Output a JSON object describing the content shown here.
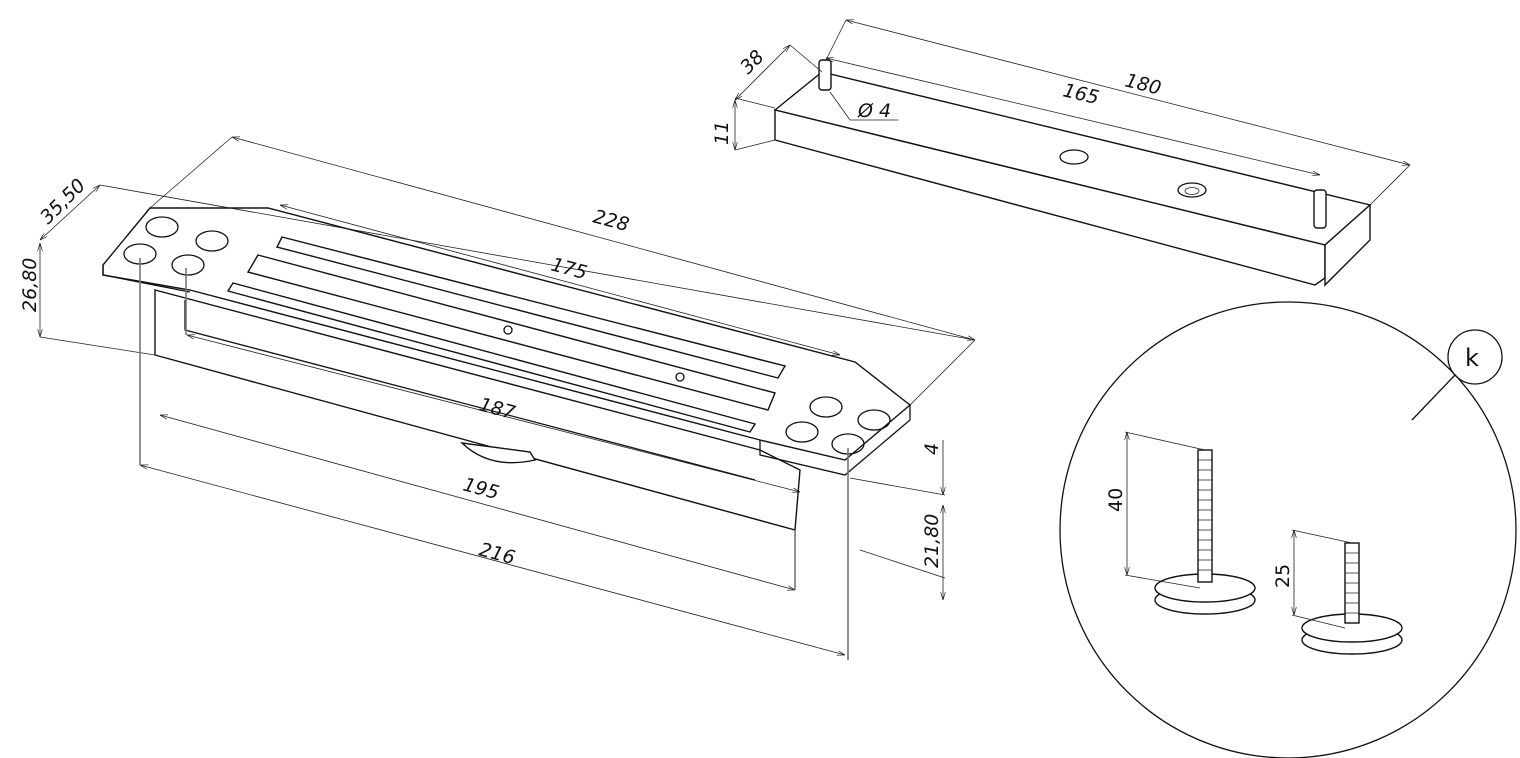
{
  "strike_plate": {
    "width": "38",
    "height": "11",
    "pin_diameter": "Ø 4",
    "pin_spacing": "165",
    "length": "180"
  },
  "magnet": {
    "plate_width": "35,50",
    "height": "26,80",
    "overall_length": "228",
    "face_length": "175",
    "inner_length": "187",
    "body_length": "195",
    "mount_length": "216",
    "plate_thickness": "4",
    "body_height": "21,80"
  },
  "detail": {
    "label": "k",
    "long_bolt_length": "40",
    "short_bolt_length": "25"
  }
}
